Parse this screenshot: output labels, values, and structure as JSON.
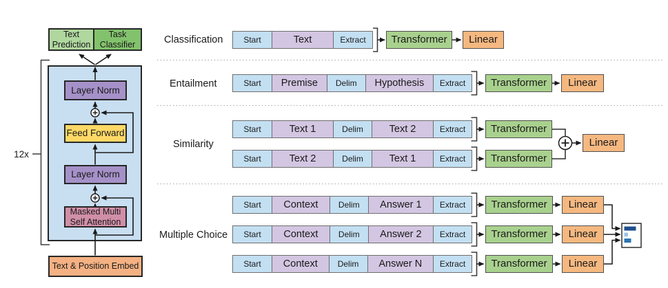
{
  "figure": {
    "left": {
      "repeat": "12x",
      "text_prediction": {
        "line1": "Text",
        "line2": "Prediction"
      },
      "task_classifier": {
        "line1": "Task",
        "line2": "Classifier"
      },
      "layer_norm_top": "Layer Norm",
      "feed_forward": "Feed Forward",
      "layer_norm_bottom": "Layer Norm",
      "attention": {
        "line1": "Masked Multi",
        "line2": "Self Attention"
      },
      "embed": "Text & Position Embed"
    },
    "tasks": {
      "classification": {
        "label": "Classification",
        "tokens": [
          "Start",
          "Text",
          "Extract"
        ],
        "transformer": "Transformer",
        "linear": "Linear"
      },
      "entailment": {
        "label": "Entailment",
        "tokens": [
          "Start",
          "Premise",
          "Delim",
          "Hypothesis",
          "Extract"
        ],
        "transformer": "Transformer",
        "linear": "Linear"
      },
      "similarity": {
        "label": "Similarity",
        "tokens_a": [
          "Start",
          "Text 1",
          "Delim",
          "Text 2",
          "Extract"
        ],
        "tokens_b": [
          "Start",
          "Text 2",
          "Delim",
          "Text 1",
          "Extract"
        ],
        "transformer": "Transformer",
        "linear": "Linear"
      },
      "multiple_choice": {
        "label": "Multiple Choice",
        "tokens_1": [
          "Start",
          "Context",
          "Delim",
          "Answer 1",
          "Extract"
        ],
        "tokens_2": [
          "Start",
          "Context",
          "Delim",
          "Answer 2",
          "Extract"
        ],
        "tokens_3": [
          "Start",
          "Context",
          "Delim",
          "Answer N",
          "Extract"
        ],
        "transformer": "Transformer",
        "linear": "Linear"
      }
    },
    "icons": {
      "plus": "+",
      "answer_distribution": "horizontal-bar-chart"
    },
    "colors": {
      "panel_blue": "#C8DEF1",
      "token_blue": "#C3DFF2",
      "token_purple": "#D3C6E2",
      "layer_norm_purple": "#A591C8",
      "feed_forward_yellow": "#FFD966",
      "attention_pink": "#D08FA7",
      "embed_orange": "#F4B183",
      "transformer_green": "#A9D18E",
      "linear_orange": "#F5B880",
      "text_prediction_green": "#AFD79E",
      "task_classifier_green": "#82C26C",
      "distribution_bars": [
        "#1F4E8C",
        "#9DC3E6",
        "#2E75B6"
      ]
    }
  }
}
